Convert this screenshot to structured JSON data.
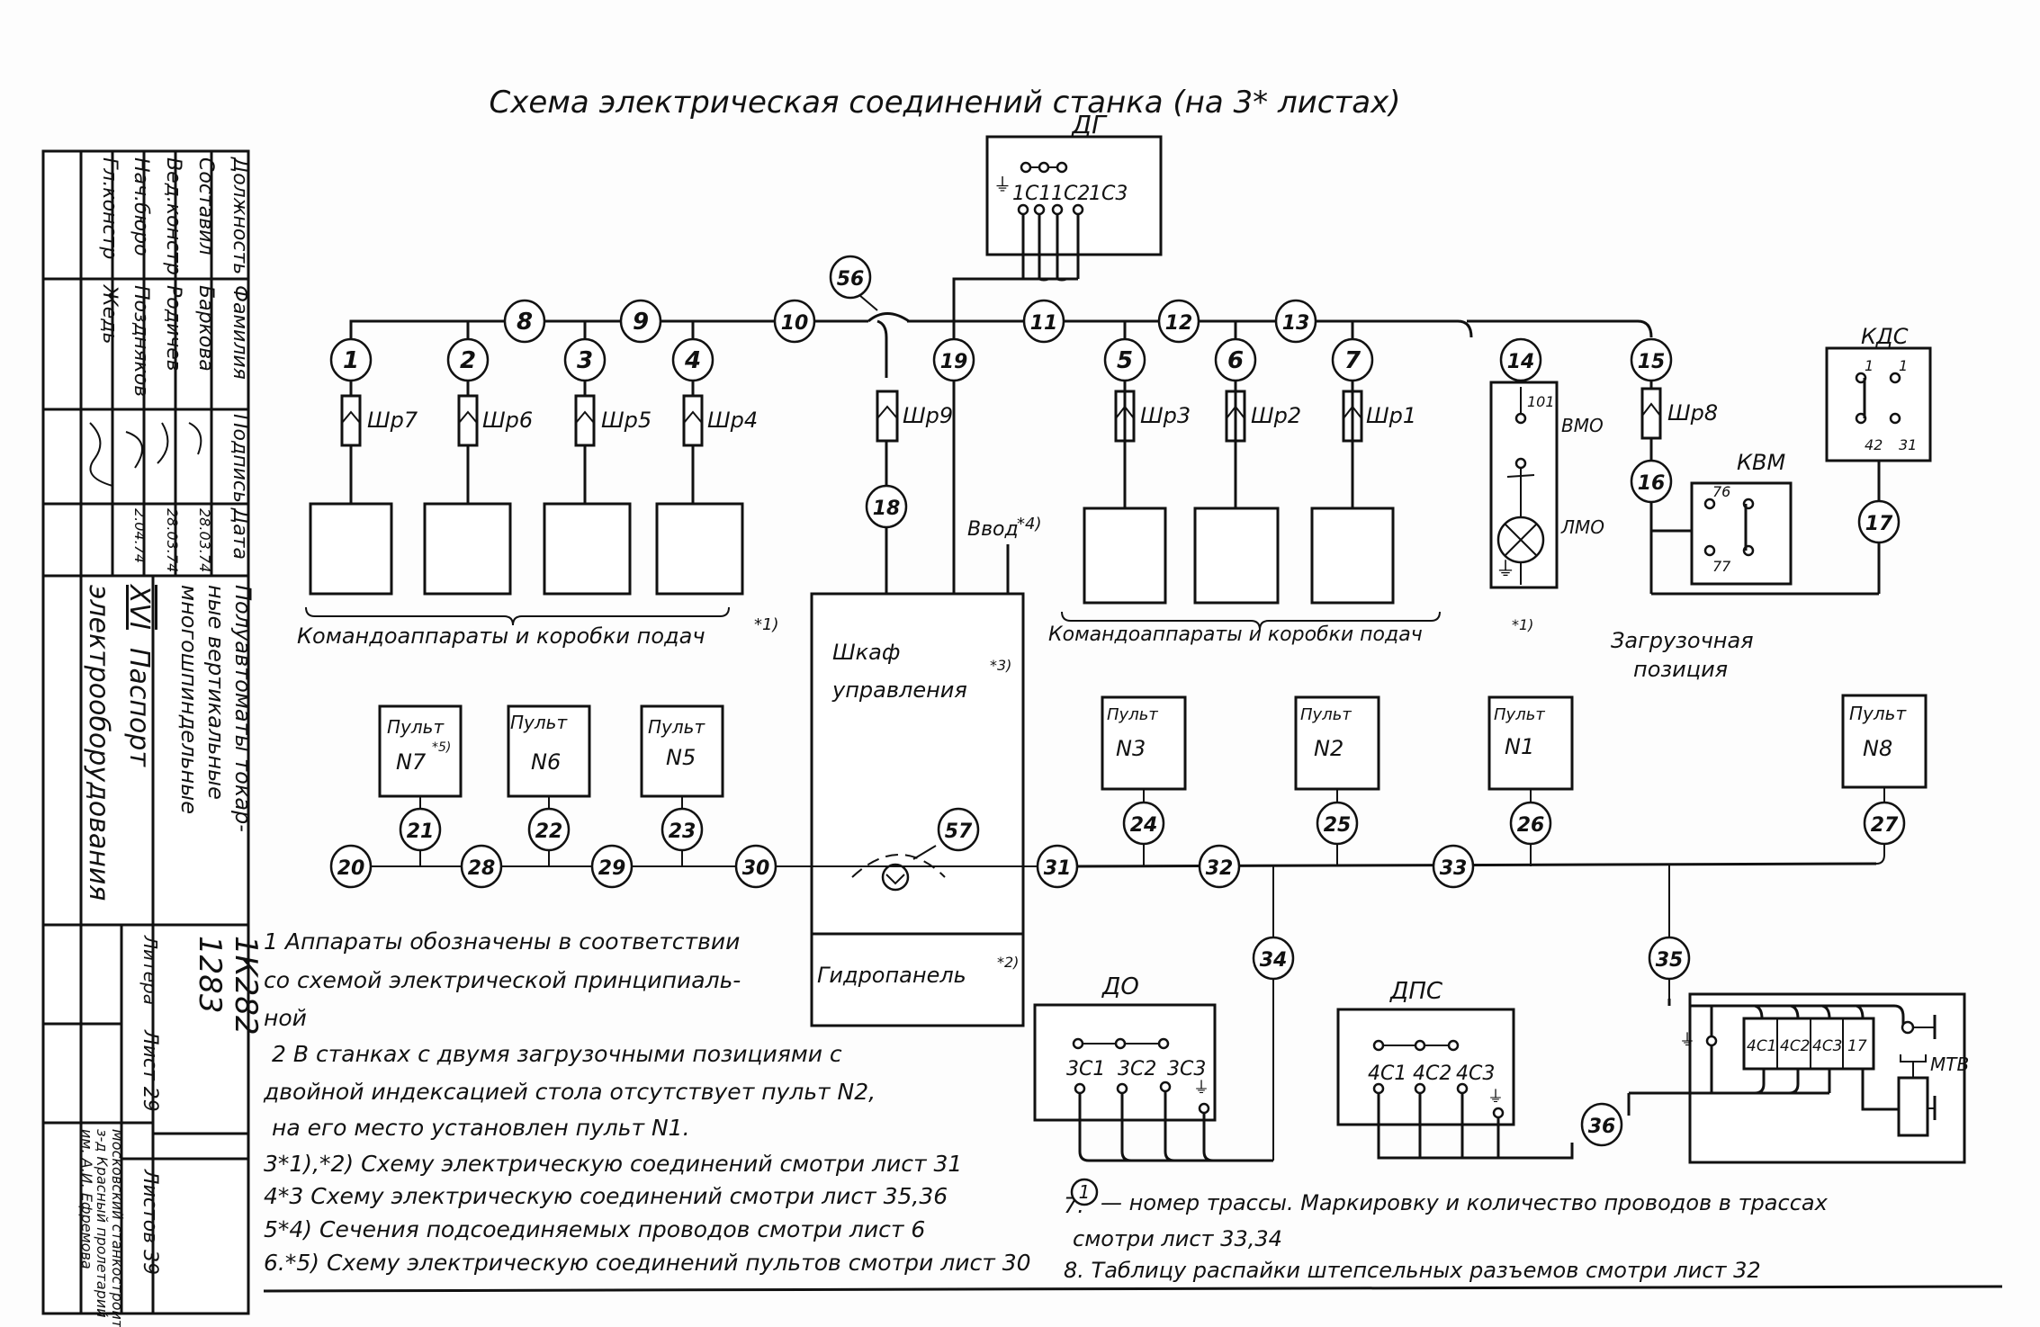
{
  "title": "Схема электрическая соединений станка (на 3* листах)",
  "components": {
    "dg": {
      "label": "ДГ",
      "pins": [
        "1С1",
        "1С2",
        "1С3"
      ]
    },
    "kds": {
      "label": "КДС",
      "pins": [
        "1",
        "1",
        "42",
        "31"
      ]
    },
    "kvm": {
      "label": "КВМ",
      "pins": [
        "76",
        "77"
      ]
    },
    "vmo": {
      "label": "ВМО",
      "pin": "101"
    },
    "lmo": {
      "label": "ЛМО"
    },
    "do": {
      "label": "ДО",
      "pins": [
        "3С1",
        "3С2",
        "3С3"
      ]
    },
    "dps": {
      "label": "ДПС",
      "pins": [
        "4С1",
        "4С2",
        "4С3"
      ]
    },
    "mtb": {
      "label": "МТВ",
      "terminals": [
        "4С1",
        "4С2",
        "4С3",
        "17"
      ]
    },
    "cabinet": {
      "label_line1": "Шкаф",
      "label_line2": "управления",
      "note": "*3)"
    },
    "hydropanel": {
      "label": "Гидропанель",
      "note": "*2)"
    },
    "vvod": {
      "label": "Ввод",
      "note": "*4)"
    }
  },
  "connectors": [
    "Шр7",
    "Шр6",
    "Шр5",
    "Шр4",
    "Шр9",
    "Шр3",
    "Шр2",
    "Шр1",
    "Шр8"
  ],
  "consoles": [
    {
      "name": "Пульт",
      "num": "N7",
      "note": "*5)"
    },
    {
      "name": "Пульт",
      "num": "N6",
      "note": ""
    },
    {
      "name": "Пульт",
      "num": "N5",
      "note": ""
    },
    {
      "name": "Пульт",
      "num": "N3",
      "note": ""
    },
    {
      "name": "Пульт",
      "num": "N2",
      "note": ""
    },
    {
      "name": "Пульт",
      "num": "N1",
      "note": ""
    },
    {
      "name": "Пульт",
      "num": "N8",
      "note": ""
    }
  ],
  "groups": {
    "left": "Командоаппараты и коробки подач",
    "left_note": "*1)",
    "right": "Командоаппараты и коробки подач",
    "right_note": "*1)",
    "loading_line1": "Загрузочная",
    "loading_line2": "позиция"
  },
  "routes": [
    "1",
    "2",
    "3",
    "4",
    "5",
    "6",
    "7",
    "8",
    "9",
    "10",
    "11",
    "12",
    "13",
    "14",
    "15",
    "16",
    "17",
    "18",
    "19",
    "20",
    "21",
    "22",
    "23",
    "24",
    "25",
    "26",
    "27",
    "28",
    "29",
    "30",
    "31",
    "32",
    "33",
    "34",
    "35",
    "36",
    "56",
    "57"
  ],
  "notes": [
    "1 Аппараты обозначены в соответствии",
    "со схемой электрической принципиаль-",
    "ной",
    "2 В станках с двумя загрузочными позициями с",
    "двойной индексацией стола отсутствует пульт N2,",
    "на его место установлен пульт N1.",
    "3*1),*2) Схему электрическую соединений смотри лист 31",
    "4*3 Схему электрическую соединений смотри лист 35,36",
    "5*4) Сечения подсоединяемых проводов смотри лист 6",
    "6.*5) Схему электрическую соединений пультов смотри лист 30"
  ],
  "notes_right": [
    "7.",
    "1",
    "— номер трассы. Маркировку и количество проводов в трассах",
    "смотри лист 33,34",
    "8. Таблицу распайки штепсельных разъемов смотри лист 32"
  ],
  "title_block": {
    "headers": [
      "Должность",
      "Фамилия",
      "Подпись",
      "Дата"
    ],
    "rows": [
      {
        "role": "Составил",
        "name": "Баркова",
        "date": "28.03.74"
      },
      {
        "role": "Вед.констр",
        "name": "Родичев",
        "date": "28.03.74"
      },
      {
        "role": "Нач.бюро",
        "name": "Поздняков",
        "date": "2.04.74"
      },
      {
        "role": "Гл.констр",
        "name": "Жедь",
        "date": ""
      }
    ],
    "product": [
      "Полуавтоматы токар-",
      "ные вертикальные",
      "многошпиндельные"
    ],
    "doc_section": "XVI",
    "doc_title": [
      "Паспорт",
      "электрооборудования"
    ],
    "model1": "1К282",
    "model2": "1283",
    "litera": "Литера",
    "sheet": "Лист 29",
    "sheets": "Листов 39",
    "org": [
      "Московский станкостроит.",
      "з-д Красный пролетарий",
      "им. А.И. Ефремова"
    ]
  }
}
